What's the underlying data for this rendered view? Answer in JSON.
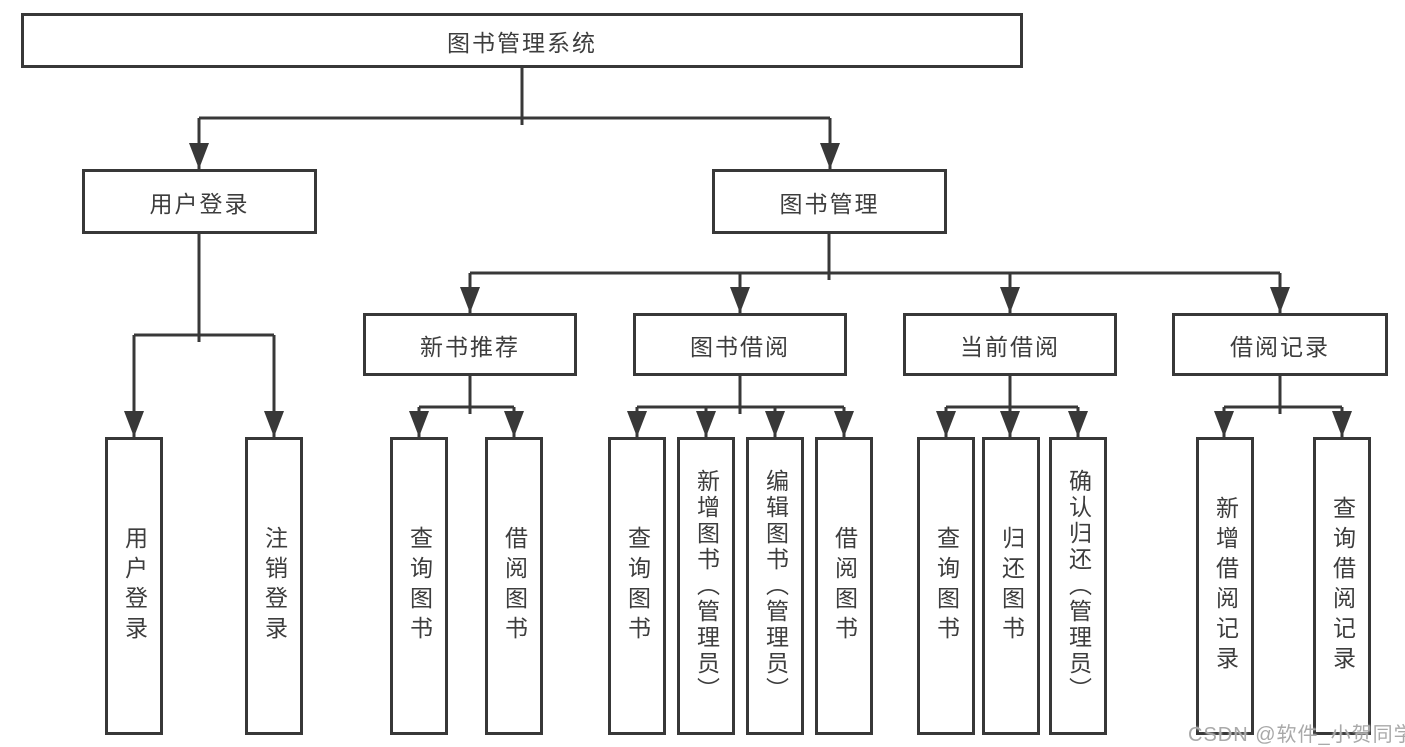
{
  "diagram_title": "图书管理系统",
  "nodes": {
    "root": {
      "label": "图书管理系统"
    },
    "user_login": {
      "label": "用户登录"
    },
    "book_mgmt": {
      "label": "图书管理"
    },
    "new_book_rec": {
      "label": "新书推荐"
    },
    "book_borrow": {
      "label": "图书借阅"
    },
    "current_borrow": {
      "label": "当前借阅"
    },
    "borrow_record": {
      "label": "借阅记录"
    },
    "leaf_user_login": {
      "label": "用户登录"
    },
    "leaf_logout": {
      "label": "注销登录"
    },
    "leaf_nbr_query_book": {
      "label": "查询图书"
    },
    "leaf_nbr_borrow_book": {
      "label": "借阅图书"
    },
    "leaf_bb_query_book": {
      "label": "查询图书"
    },
    "leaf_bb_add_book": {
      "label": "新增图书（管理员）"
    },
    "leaf_bb_edit_book": {
      "label": "编辑图书（管理员）"
    },
    "leaf_bb_borrow_book": {
      "label": "借阅图书"
    },
    "leaf_cb_query_book": {
      "label": "查询图书"
    },
    "leaf_cb_return_book": {
      "label": "归还图书"
    },
    "leaf_cb_confirm_return": {
      "label": "确认归还（管理员）"
    },
    "leaf_br_add_record": {
      "label": "新增借阅记录"
    },
    "leaf_br_query_record": {
      "label": "查询借阅记录"
    }
  },
  "watermark": "CSDN @软件_小贺同学",
  "colors": {
    "line": "#383838",
    "box_border": "#383838",
    "text": "#3d3d3d",
    "watermark_text": "#a9a9a9",
    "background": "#ffffff"
  }
}
